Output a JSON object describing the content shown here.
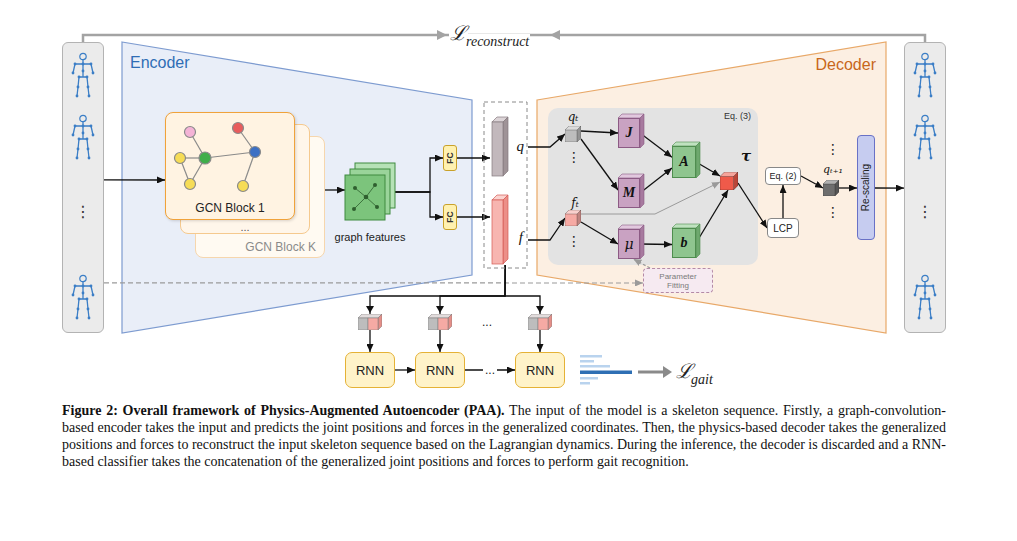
{
  "diagram": {
    "caption": "Figure 2: Overall framework of Physics-Augmented Autoencoder (PAA). The input of the model is a skeleton sequence. Firstly, a graph-convolution-based encoder takes the input and predicts the joint positions and forces in the generalized coordinates. Then, the physics-based decoder takes the generalized positions and forces to reconstruct the input skeleton sequence based on the Lagrangian dynamics. During the inference, the decoder is discarded and a RNN-based classifier takes the concatenation of the generalized joint positions and forces to perform gait recognition.",
    "nodes": [
      {
        "text": [
          "⋮"
        ]
      },
      {
        "text": [
          "Encoder"
        ]
      },
      {
        "text": [
          "GCN Block 1"
        ],
        "in": 1
      },
      {
        "text": [
          "..."
        ],
        "in": 1
      },
      {
        "text": [
          "GCN Block K"
        ],
        "in": 1
      },
      {
        "text": [
          "graph features"
        ],
        "in": 1
      },
      {
        "text": [
          "FC"
        ],
        "in": 1
      },
      {
        "text": [
          "FC"
        ],
        "in": 1
      },
      {
        "text": [
          "q"
        ]
      },
      {
        "text": [
          "f"
        ]
      },
      {
        "text": [
          "Decoder"
        ]
      },
      {
        "text": [
          "Eq. (3)"
        ],
        "in": 10
      },
      {
        "text": [
          "qₜ"
        ],
        "in": 11
      },
      {
        "text": [
          "J"
        ],
        "in": 11
      },
      {
        "text": [
          "M"
        ],
        "in": 11
      },
      {
        "text": [
          "A"
        ],
        "in": 11
      },
      {
        "text": [
          "fₜ"
        ],
        "in": 11
      },
      {
        "text": [
          "μ"
        ],
        "in": 11
      },
      {
        "text": [
          "b"
        ],
        "in": 11
      },
      {
        "text": [
          "τ"
        ],
        "in": 11
      },
      {
        "text": [
          "Eq. (2)"
        ],
        "in": 10
      },
      {
        "text": [
          "LCP"
        ],
        "in": 10
      },
      {
        "text": [
          "qₜ₊₁"
        ],
        "in": 10
      },
      {
        "text": [
          "Re-scaling"
        ],
        "in": 10
      },
      {
        "text": [
          "Parameter Fitting"
        ],
        "in": 10
      },
      {
        "text": [
          "⋮"
        ]
      },
      {
        "text": [
          "RNN"
        ]
      },
      {
        "text": [
          "RNN"
        ]
      },
      {
        "text": [
          "RNN"
        ]
      }
    ],
    "edges": [
      {
        "from": 0,
        "to": 25,
        "arrow": "none"
      },
      {
        "from": 0,
        "to": 2,
        "arrow": "to"
      },
      {
        "from": 4,
        "to": 5,
        "arrow": "to"
      },
      {
        "from": 5,
        "to": 6,
        "arrow": "to"
      },
      {
        "from": 5,
        "to": 7,
        "arrow": "to"
      },
      {
        "from": 6,
        "to": 8,
        "arrow": "to"
      },
      {
        "from": 7,
        "to": 9,
        "arrow": "to"
      },
      {
        "from": 8,
        "to": 12,
        "arrow": "to"
      },
      {
        "from": 9,
        "to": 16,
        "arrow": "to"
      },
      {
        "from": 12,
        "to": 13,
        "arrow": "to"
      },
      {
        "from": 12,
        "to": 14,
        "arrow": "to"
      },
      {
        "from": 13,
        "to": 15,
        "arrow": "to"
      },
      {
        "from": 14,
        "to": 15,
        "arrow": "to"
      },
      {
        "from": 16,
        "to": 17,
        "arrow": "to"
      },
      {
        "from": 17,
        "to": 18,
        "arrow": "to"
      },
      {
        "from": 16,
        "to": 19,
        "arrow": "to"
      },
      {
        "from": 15,
        "to": 19,
        "arrow": "to"
      },
      {
        "from": 18,
        "to": 19,
        "arrow": "to"
      },
      {
        "from": 19,
        "to": 21,
        "arrow": "to"
      },
      {
        "from": 21,
        "to": 20,
        "arrow": "to"
      },
      {
        "from": 20,
        "to": 22,
        "arrow": "to"
      },
      {
        "from": 22,
        "to": 23,
        "arrow": "to"
      },
      {
        "from": 23,
        "to": 25,
        "arrow": "to"
      },
      {
        "from": 0,
        "to": 24,
        "arrow": "to"
      },
      {
        "from": 24,
        "to": 17,
        "arrow": "to"
      },
      {
        "from": 9,
        "to": 26,
        "arrow": "to"
      },
      {
        "from": 9,
        "to": 27,
        "arrow": "to"
      },
      {
        "from": 9,
        "to": 28,
        "arrow": "to"
      },
      {
        "from": 26,
        "to": 27,
        "arrow": "to"
      },
      {
        "from": 27,
        "to": 28,
        "label": "...",
        "arrow": "to"
      }
    ],
    "labels": [
      "ℒ",
      "reconstruct",
      "⋮",
      "⋮",
      "⋮",
      "⋮",
      "...",
      "ℒ",
      "gait"
    ]
  }
}
